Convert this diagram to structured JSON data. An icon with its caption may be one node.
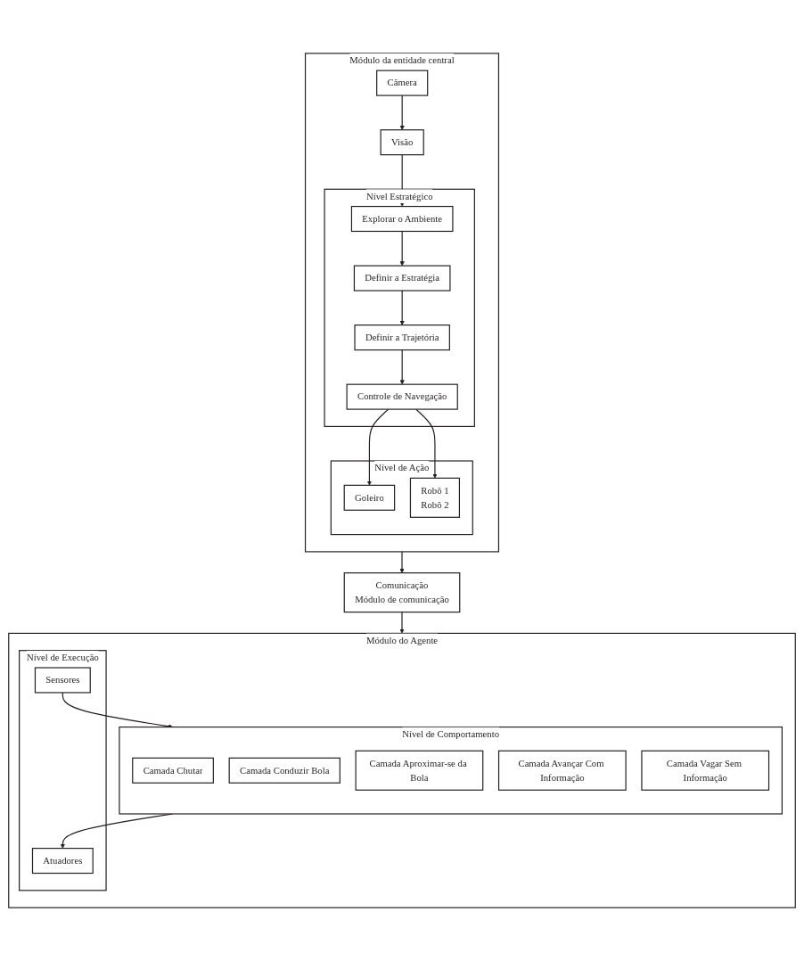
{
  "diagram": {
    "nodes": [
      {
        "text": [
          "Módulo da entidade central"
        ]
      },
      {
        "text": [
          "Nível Estratégico"
        ],
        "in": 0
      },
      {
        "text": [
          "Visão"
        ],
        "in": 0
      },
      {
        "text": [
          "Câmera"
        ],
        "in": 0
      },
      {
        "text": [
          "Explorar o Ambiente"
        ],
        "in": 1
      },
      {
        "text": [
          "Definir a Estratégia"
        ],
        "in": 1
      },
      {
        "text": [
          "Definir a Trajetória"
        ],
        "in": 1
      },
      {
        "text": [
          "Controle de Navegação"
        ],
        "in": 1
      },
      {
        "text": [
          "Nível de Ação"
        ],
        "in": 0
      },
      {
        "text": [
          "Goleiro"
        ],
        "in": 8
      },
      {
        "text": [
          "Robô 1",
          "Robô 2"
        ],
        "in": 8
      },
      {
        "text": [
          "Comunicação",
          "Módulo de comunicação"
        ]
      },
      {
        "text": [
          "Módulo do Agente"
        ]
      },
      {
        "text": [
          "Nível de Comportamento"
        ],
        "in": 12
      },
      {
        "text": [
          "Camada Chutar"
        ],
        "in": 13
      },
      {
        "text": [
          "Camada Conduzir Bola"
        ],
        "in": 13
      },
      {
        "text": [
          "Camada Aproximar-se da Bola"
        ],
        "in": 13
      },
      {
        "text": [
          "Camada Avançar Com Informação"
        ],
        "in": 13
      },
      {
        "text": [
          "Camada Vagar Sem Informação"
        ],
        "in": 13
      },
      {
        "text": [
          "Nível de Execução"
        ],
        "in": 12
      },
      {
        "text": [
          "Sensores"
        ],
        "in": 19
      },
      {
        "text": [
          "Atuadores"
        ],
        "in": 19
      }
    ],
    "edges": [
      {
        "from": 3,
        "to": 2,
        "arrow": "to"
      },
      {
        "from": 2,
        "to": 4,
        "arrow": "to"
      },
      {
        "from": 4,
        "to": 5,
        "arrow": "to"
      },
      {
        "from": 5,
        "to": 6,
        "arrow": "to"
      },
      {
        "from": 6,
        "to": 7,
        "arrow": "to"
      },
      {
        "from": 7,
        "to": 9,
        "arrow": "to"
      },
      {
        "from": 7,
        "to": 10,
        "arrow": "to"
      },
      {
        "from": 0,
        "to": 11,
        "arrow": "to"
      },
      {
        "from": 11,
        "to": 12,
        "arrow": "to"
      },
      {
        "from": 20,
        "to": 13,
        "arrow": "to"
      },
      {
        "from": 13,
        "to": 21,
        "arrow": "to"
      }
    ]
  }
}
